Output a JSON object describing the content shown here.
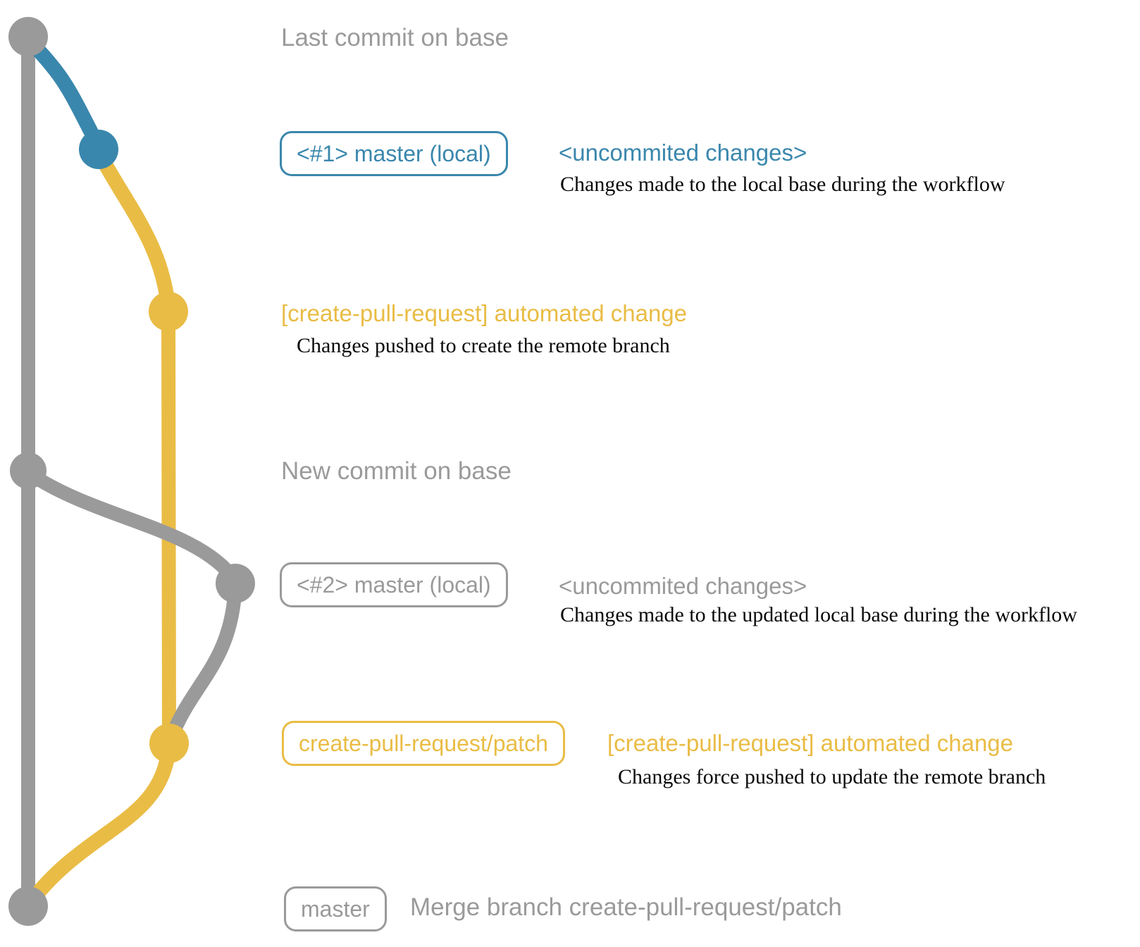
{
  "colors": {
    "gray": "#9a9a9a",
    "blue": "#3a87ad",
    "yellow": "#e9bc45",
    "description_text": "#0a0a0a"
  },
  "graph": {
    "branches": [
      "base (gray)",
      "local master #1 (blue)",
      "create-pull-request/patch (yellow)"
    ],
    "commit_count": 7
  },
  "rows": [
    {
      "label": "Last commit on base"
    },
    {
      "badge": "<#1> master (local)",
      "note": "<uncommited changes>",
      "description": "Changes made to the local base during the workflow"
    },
    {
      "note": "[create-pull-request] automated change",
      "description": "Changes pushed to create the remote branch"
    },
    {
      "label": "New commit on base"
    },
    {
      "badge": "<#2> master (local)",
      "note": "<uncommited changes>",
      "description": "Changes made to the updated local base during the workflow"
    },
    {
      "badge": "create-pull-request/patch",
      "note": "[create-pull-request] automated change",
      "description": "Changes force pushed to update the remote branch"
    },
    {
      "badge": "master",
      "label": "Merge branch create-pull-request/patch"
    }
  ]
}
